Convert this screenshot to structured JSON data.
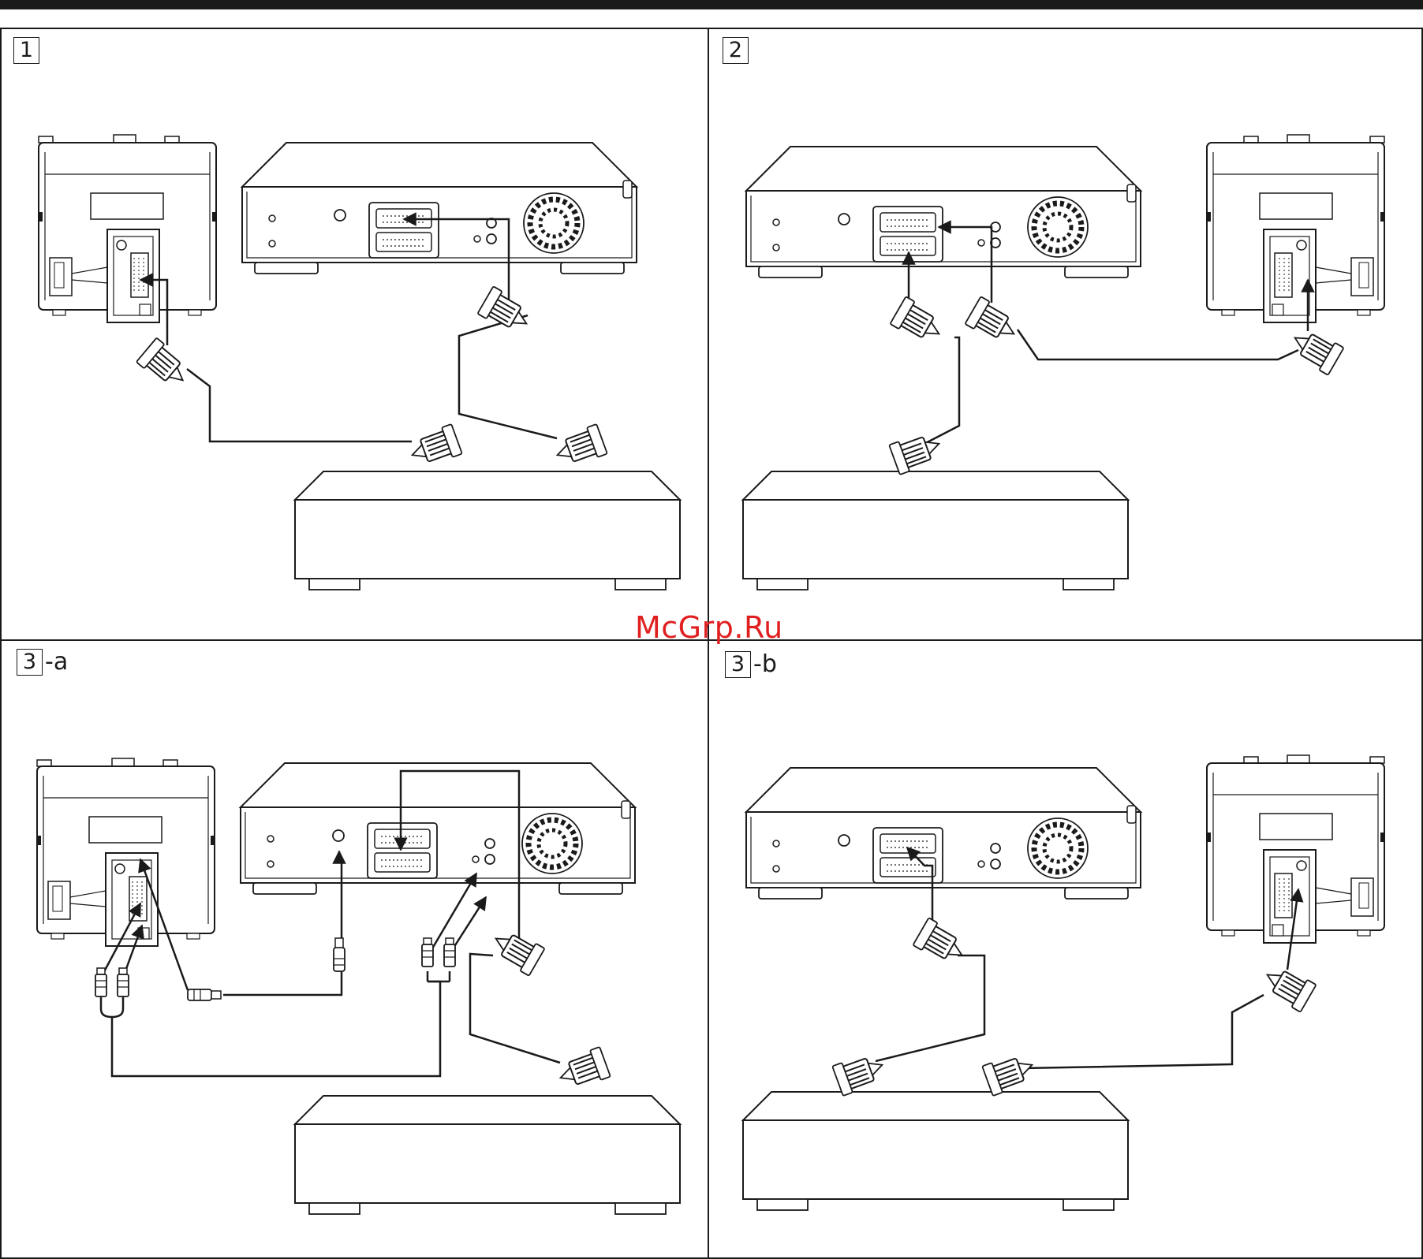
{
  "watermark": "McGrp.Ru",
  "panels": [
    {
      "num": "1",
      "suffix": ""
    },
    {
      "num": "2",
      "suffix": ""
    },
    {
      "num": "3",
      "suffix": "-a"
    },
    {
      "num": "3",
      "suffix": "-b"
    }
  ]
}
